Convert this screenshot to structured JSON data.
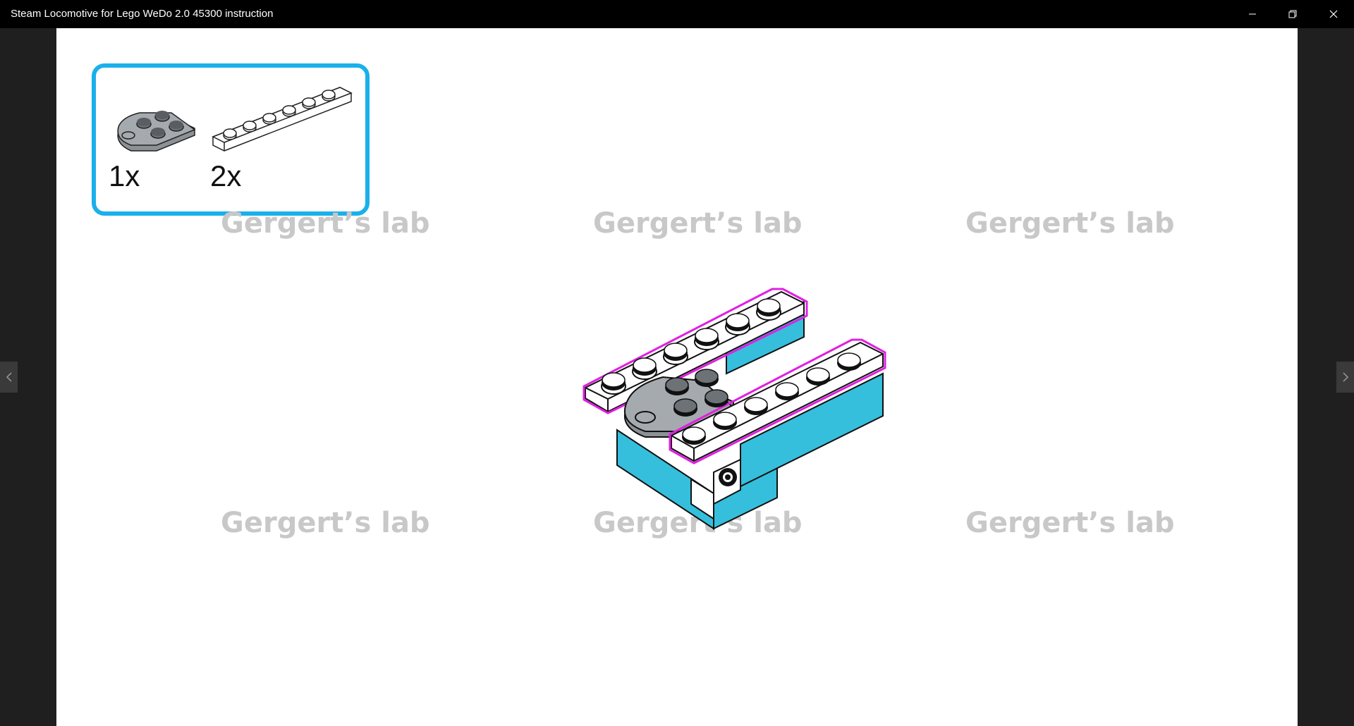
{
  "window": {
    "title": "Steam Locomotive for Lego WeDo 2.0 45300 instruction",
    "controls": {
      "minimize_icon": "minimize-icon",
      "maximize_icon": "restore-icon",
      "close_icon": "close-icon"
    }
  },
  "navigation": {
    "prev_icon": "chevron-left-icon",
    "next_icon": "chevron-right-icon"
  },
  "step": {
    "parts": [
      {
        "count_label": "1x",
        "part": "grey-rounded-plate-2x3"
      },
      {
        "count_label": "2x",
        "part": "white-plate-1x6"
      }
    ]
  },
  "watermarks": [
    "Gergert’s lab",
    "Gergert’s lab",
    "Gergert’s lab",
    "Gergert’s lab",
    "Gergert’s lab",
    "Gergert’s lab"
  ],
  "colors": {
    "callout_border": "#1ab0ea",
    "highlight": "#e020e0",
    "brick_blue": "#35bfdc",
    "plate_grey": "#9aa0a6",
    "plate_white": "#ffffff"
  }
}
